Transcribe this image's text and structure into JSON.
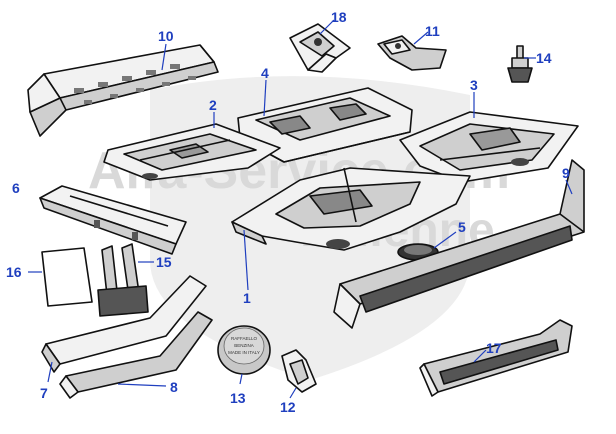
{
  "watermark": {
    "line1": "Alfa-Service.com",
    "line2": "Italienne"
  },
  "callouts": [
    {
      "id": "1",
      "label": "1"
    },
    {
      "id": "2",
      "label": "2"
    },
    {
      "id": "3",
      "label": "3"
    },
    {
      "id": "4",
      "label": "4"
    },
    {
      "id": "5",
      "label": "5"
    },
    {
      "id": "6",
      "label": "6"
    },
    {
      "id": "7",
      "label": "7"
    },
    {
      "id": "8",
      "label": "8"
    },
    {
      "id": "9",
      "label": "9"
    },
    {
      "id": "10",
      "label": "10"
    },
    {
      "id": "11",
      "label": "11"
    },
    {
      "id": "12",
      "label": "12"
    },
    {
      "id": "13",
      "label": "13"
    },
    {
      "id": "14",
      "label": "14"
    },
    {
      "id": "15",
      "label": "15"
    },
    {
      "id": "16",
      "label": "16"
    },
    {
      "id": "17",
      "label": "17"
    },
    {
      "id": "18",
      "label": "18"
    }
  ],
  "cap_text": {
    "line1": "RAFFAELLO",
    "line2": "BENZINA",
    "line3": "MADE IN ITALY"
  },
  "colors": {
    "callout": "#1f3fbf",
    "watermark": "#d9d9d9",
    "outline": "#111111"
  }
}
